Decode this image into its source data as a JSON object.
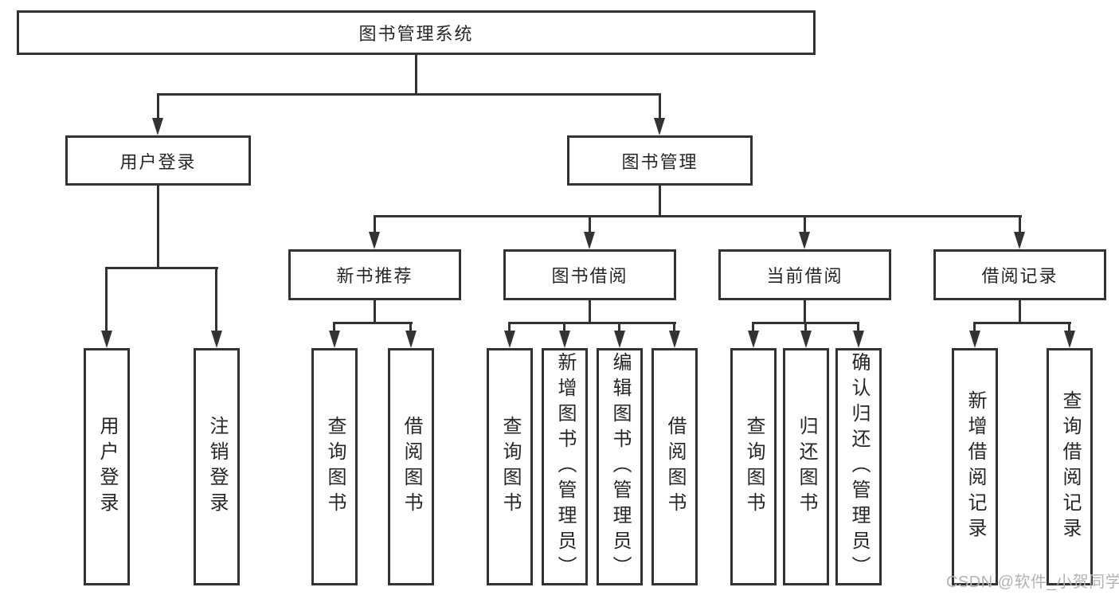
{
  "colors": {
    "line": "#333333",
    "text": "#262626",
    "watermark": "#b3b3b3",
    "background": "#ffffff"
  },
  "watermark": {
    "text": "CSDN @软件_小贺同学"
  },
  "tree": {
    "root": {
      "label": "图书管理系统",
      "children": [
        {
          "label": "用户登录",
          "children": [
            {
              "label": "用户登录"
            },
            {
              "label": "注销登录"
            }
          ]
        },
        {
          "label": "图书管理",
          "children": [
            {
              "label": "新书推荐",
              "children": [
                {
                  "label": "查询图书"
                },
                {
                  "label": "借阅图书"
                }
              ]
            },
            {
              "label": "图书借阅",
              "children": [
                {
                  "label": "查询图书"
                },
                {
                  "label": "新增图书（管理员）"
                },
                {
                  "label": "编辑图书（管理员）"
                },
                {
                  "label": "借阅图书"
                }
              ]
            },
            {
              "label": "当前借阅",
              "children": [
                {
                  "label": "查询图书"
                },
                {
                  "label": "归还图书"
                },
                {
                  "label": "确认归还（管理员）"
                }
              ]
            },
            {
              "label": "借阅记录",
              "children": [
                {
                  "label": "新增借阅记录"
                },
                {
                  "label": "查询借阅记录"
                }
              ]
            }
          ]
        }
      ]
    }
  }
}
